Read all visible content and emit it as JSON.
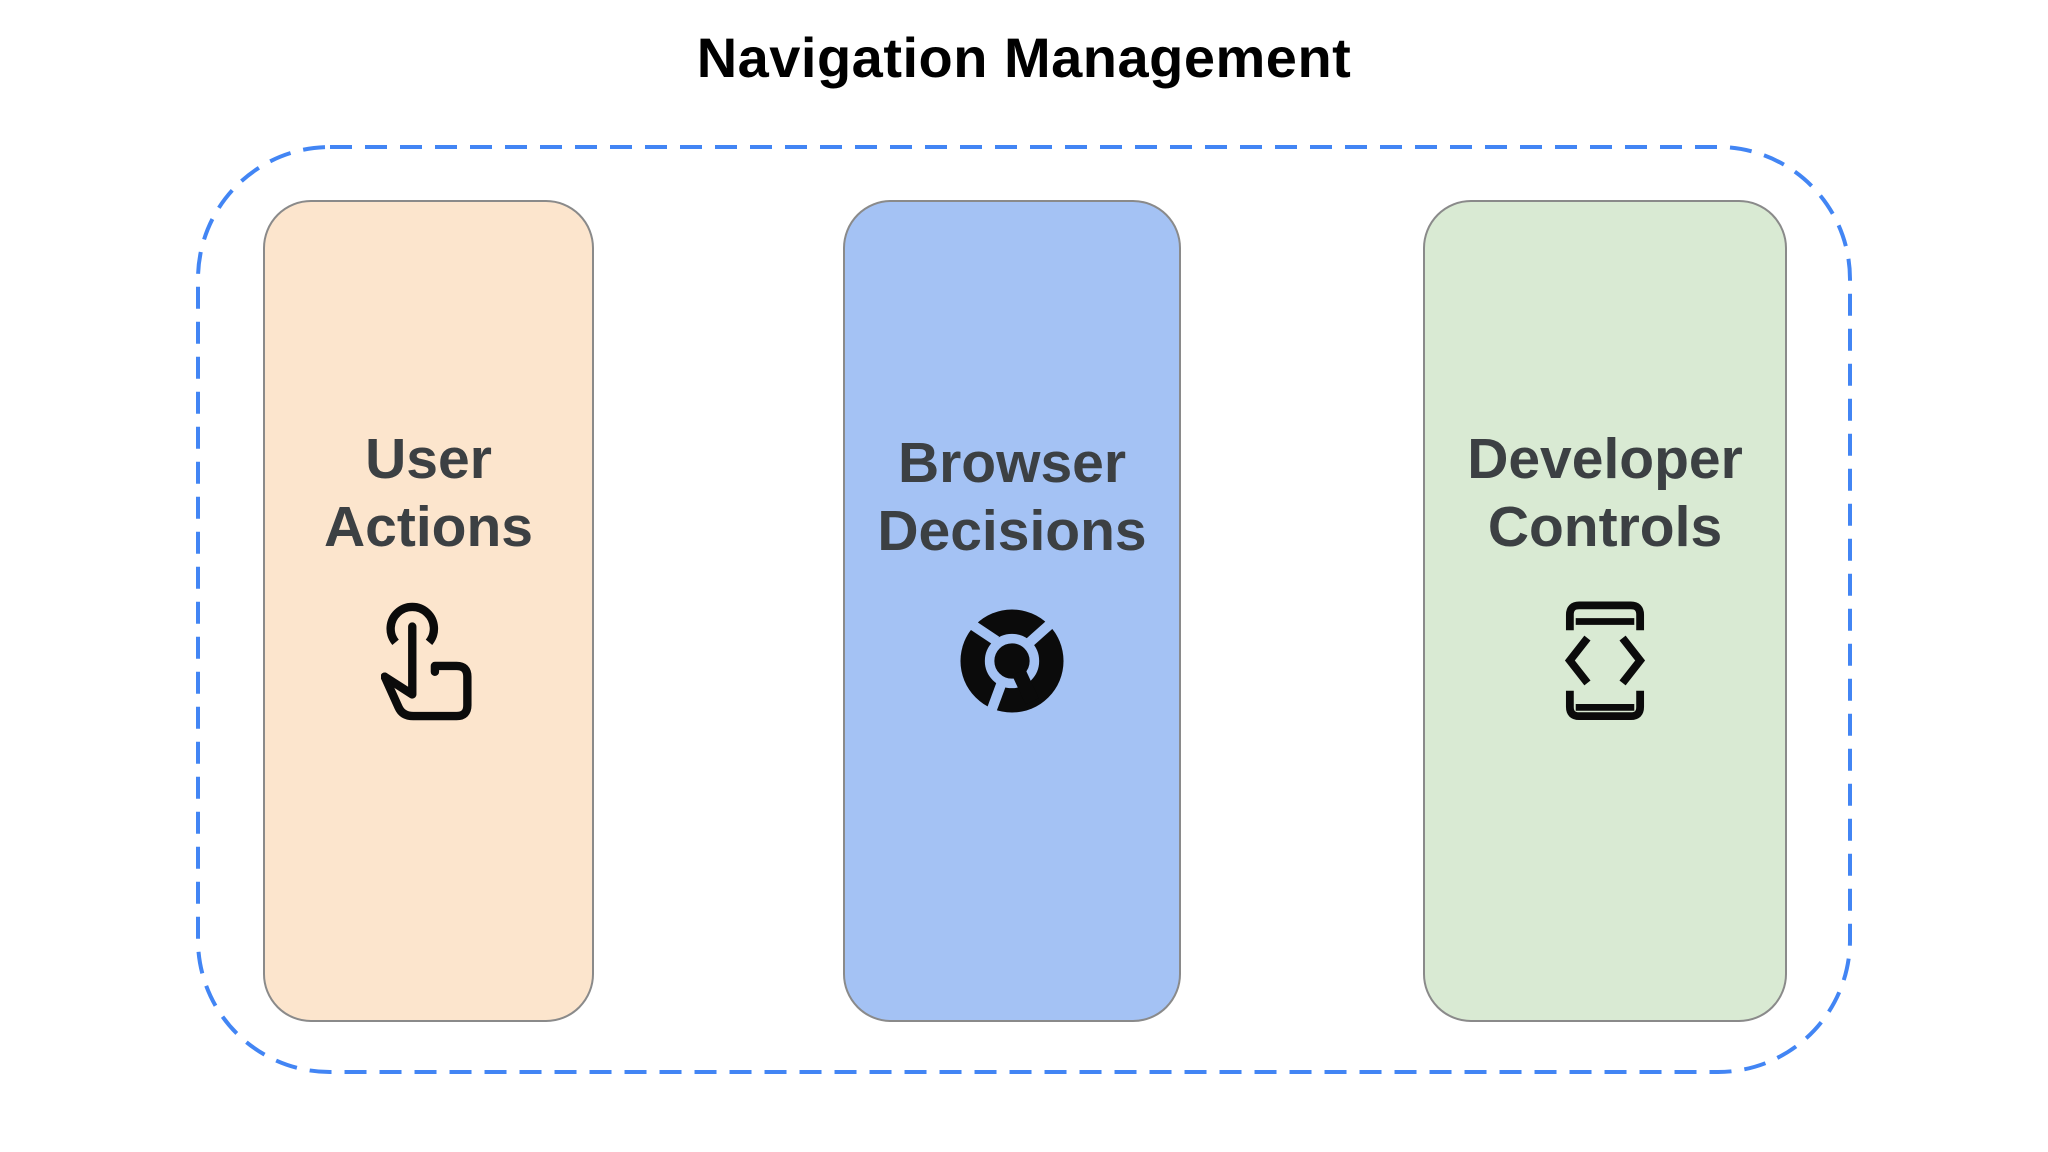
{
  "title": "Navigation Management",
  "frame": {
    "border_color": "#4285F4",
    "style": "dashed-rounded-rectangle"
  },
  "cards": [
    {
      "lines": [
        "User",
        "Actions"
      ],
      "bg": "#FCE5CD",
      "icon": "tap-gesture-icon"
    },
    {
      "lines": [
        "Browser",
        "Decisions"
      ],
      "bg": "#A4C2F4",
      "icon": "chrome-icon"
    },
    {
      "lines": [
        "Developer",
        "Controls"
      ],
      "bg": "#D9EAD3",
      "icon": "developer-mode-icon"
    }
  ],
  "colors": {
    "title_text": "#000000",
    "label_text": "#3C4043",
    "icon": "#0B0B0B",
    "card_border": "#8A8A8A",
    "background": "#FFFFFF"
  }
}
